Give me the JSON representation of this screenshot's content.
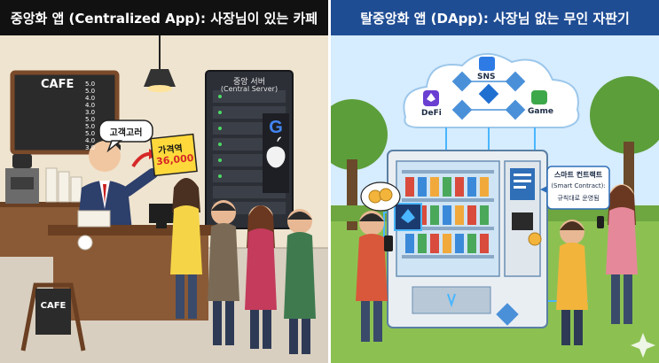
{
  "left": {
    "title": "중앙화 앱 (Centralized App): 사장님이 있는 카페",
    "menu_board": {
      "title": "CAFE",
      "prices": [
        "5.0",
        "5.0",
        "4.0",
        "4.0",
        "3.0",
        "5.0",
        "5.0",
        "5.0",
        "4.0",
        "3.0"
      ]
    },
    "speech_bubble": "고객고러",
    "price_sign": {
      "label": "가격역",
      "value": "36,000"
    },
    "server_label": [
      "중앙 서버",
      "(Central Server)"
    ],
    "sandwich_board": "CAFE",
    "colors": {
      "header_bg": "#111111",
      "wall": "#efe4cf",
      "floor": "#d9cfc0",
      "wood": "#7a4a2a"
    }
  },
  "right": {
    "title": "탈중앙화 앱 (DApp): 사장님 없는 무인 자판기",
    "cloud_labels": [
      "SNS",
      "DeFi",
      "Game"
    ],
    "contract_label": [
      "스마트 컨트랙트",
      "(Smart Contract):",
      "규칙대로 운영됨"
    ],
    "colors": {
      "header_bg": "#1f4d94",
      "sky": "#d6ecff",
      "grass": "#8cc152",
      "glow": "#49b6ff"
    }
  }
}
